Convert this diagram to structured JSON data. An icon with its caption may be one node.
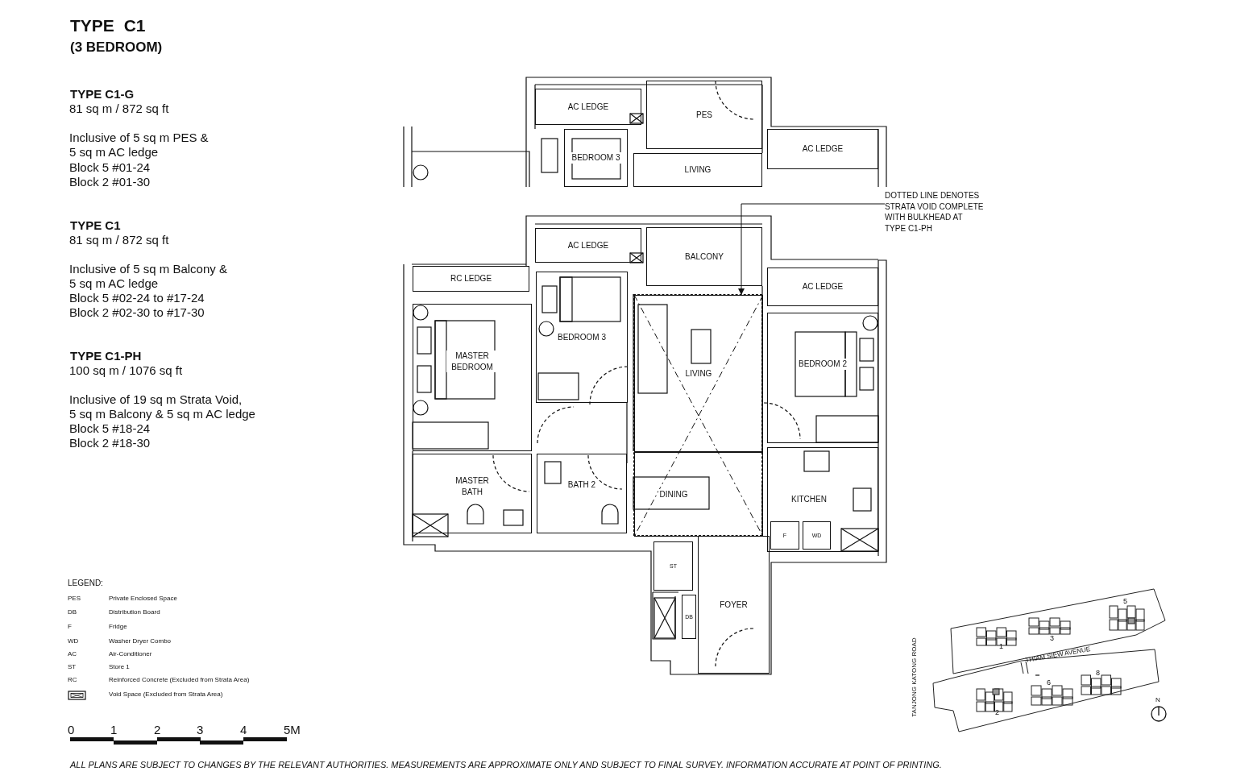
{
  "diagram": {
    "title": "TYPE C1",
    "caption": "ALL PLANS ARE SUBJECT TO CHANGES BY THE RELEVANT AUTHORITIES. MEASUREMENTS ARE APPROXIMATE ONLY AND SUBJECT TO FINAL SURVEY. INFORMATION ACCURATE AT POINT OF PRINTING.",
    "nodes": [
      {
        "text": [
          "AC LEDGE"
        ]
      },
      {
        "text": [
          "PES"
        ]
      },
      {
        "text": [
          "AC LEDGE"
        ]
      },
      {
        "text": [
          "BEDROOM 3"
        ]
      },
      {
        "text": [
          "LIVING"
        ]
      },
      {
        "text": [
          "DOTTED LINE DENOTES STRATA VOID COMPLETE WITH BULKHEAD AT TYPE C1-PH"
        ]
      },
      {
        "text": [
          "AC LEDGE"
        ]
      },
      {
        "text": [
          "BALCONY"
        ]
      },
      {
        "text": [
          "RC LEDGE"
        ]
      },
      {
        "text": [
          "AC LEDGE"
        ]
      },
      {
        "text": [
          "MASTER BEDROOM"
        ]
      },
      {
        "text": [
          "BEDROOM 3"
        ]
      },
      {
        "text": [],
        "shape": "box"
      },
      {
        "text": [
          "LIVING"
        ],
        "in": 12
      },
      {
        "text": [
          "BEDROOM 2"
        ]
      },
      {
        "text": [
          "MASTER BATH"
        ]
      },
      {
        "text": [
          "BATH 2"
        ]
      },
      {
        "text": [
          "DINING"
        ],
        "in": 12
      },
      {
        "text": [
          "KITCHEN"
        ]
      },
      {
        "text": [
          "F"
        ],
        "in": 18
      },
      {
        "text": [
          "WD"
        ],
        "in": 18
      },
      {
        "text": [
          "ST"
        ]
      },
      {
        "text": [
          "DB"
        ]
      },
      {
        "text": [
          "FOYER"
        ]
      }
    ],
    "edges": [
      {
        "from": 5,
        "to": 12,
        "arrow": "to"
      }
    ],
    "labels": [
      "(3 BEDROOM)",
      "TYPE C1-G",
      "81 sq m / 872 sq ft",
      "Inclusive of 5 sq m PES &",
      "5 sq m AC ledge",
      "Block 5 #01-24",
      "Block 2 #01-30",
      "TYPE C1",
      "81 sq m / 872 sq ft",
      "Inclusive of 5 sq m Balcony &",
      "5 sq m AC ledge",
      "Block 5 #02-24 to #17-24",
      "Block 2 #02-30 to #17-30",
      "TYPE C1-PH",
      "100 sq m / 1076 sq ft",
      "Inclusive of 19 sq m Strata Void,",
      "5 sq m Balcony & 5 sq m AC ledge",
      "Block 5 #18-24",
      "Block 2 #18-30",
      "LEGEND:",
      "PES",
      "Private Enclosed Space",
      "DB",
      "Distribution Board",
      "F",
      "Fridge",
      "WD",
      "Washer Dryer Combo",
      "AC",
      "Air-Conditioner",
      "ST",
      "Store 1",
      "RC",
      "Reinforced Concrete (Excluded from Strata Area)",
      "0",
      "1",
      "2",
      "3",
      "4",
      "5M",
      "1",
      "3",
      "5",
      "TANJONG KATONG ROAD",
      "THIAM SIEW AVENUE",
      "6",
      "8",
      "2",
      "N"
    ],
    "legend": [
      {
        "text": "Void Space (Excluded from Strata Area)"
      }
    ]
  }
}
